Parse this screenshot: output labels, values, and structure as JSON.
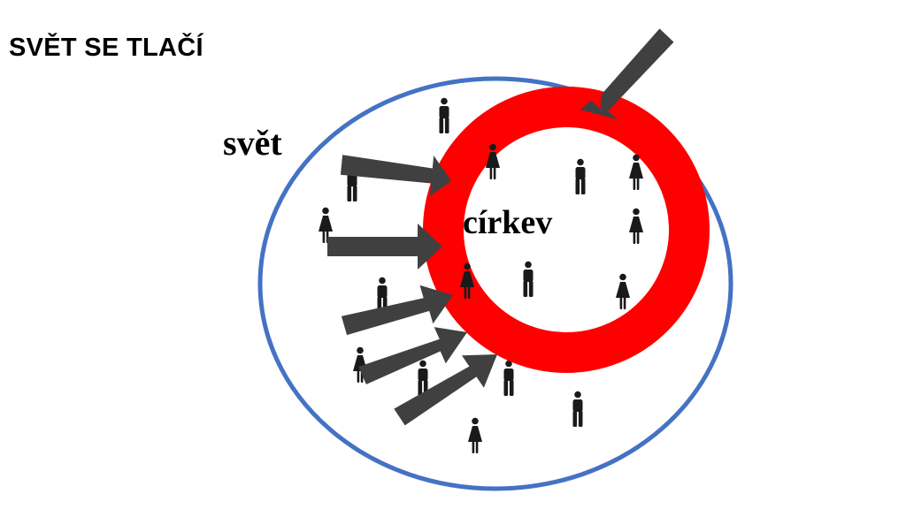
{
  "title": "SVĚT SE TLAČÍ",
  "diagram": {
    "outer_label": "svět",
    "inner_label": "církev",
    "colors": {
      "world_circle": "#4472c4",
      "church_ring": "#ff0000",
      "arrows": "#404040",
      "people": "#1a1a1a",
      "text": "#000000"
    },
    "icons": {
      "person": "person-icon",
      "woman": "woman-icon"
    }
  }
}
